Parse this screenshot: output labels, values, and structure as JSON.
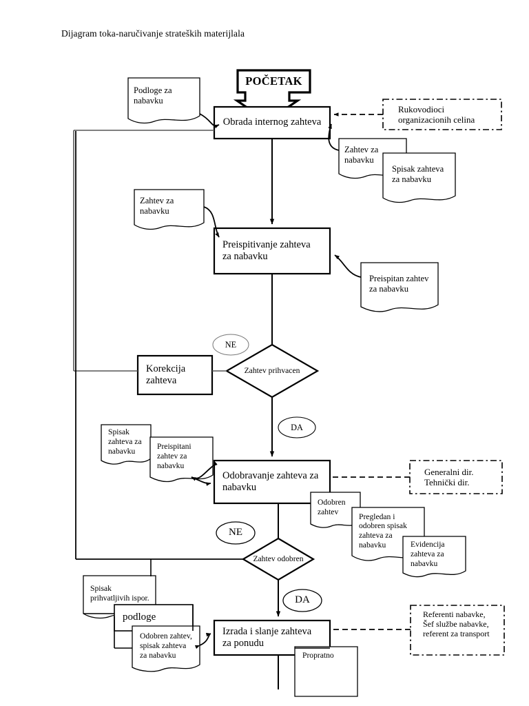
{
  "document": {
    "title": "Dijagram toka-naručivanje strateških materijlala",
    "page_size": "768x1024"
  },
  "flowchart": {
    "terminator": {
      "label": "POČETAK"
    },
    "processes": [
      {
        "id": "p1",
        "label": "Obrada internog zahteva"
      },
      {
        "id": "p2",
        "label": "Preispitivanje zahteva za nabavku"
      },
      {
        "id": "p3",
        "label": "Korekcija zahteva"
      },
      {
        "id": "p4",
        "label": "Odobravanje zahteva za nabavku"
      },
      {
        "id": "p5",
        "label": "Izrada i slanje zahteva za ponudu"
      }
    ],
    "decisions": [
      {
        "id": "d1",
        "label": "Zahtev prihvacen",
        "no_label": "NE",
        "yes_label": "DA"
      },
      {
        "id": "d2",
        "label": "Zahtev odobren",
        "no_label": "NE",
        "yes_label": "DA"
      }
    ],
    "documents": [
      {
        "id": "doc1",
        "label": "Podloge za nabavku"
      },
      {
        "id": "doc2",
        "label": "Zahtev za nabavku"
      },
      {
        "id": "doc3",
        "label": "Spisak zahteva za nabavku"
      },
      {
        "id": "doc4",
        "label": "Zahtev za nabavku"
      },
      {
        "id": "doc5",
        "label": "Preispitan zahtev za nabavku"
      },
      {
        "id": "doc6",
        "label": "Spisak zahteva za nabavku"
      },
      {
        "id": "doc7",
        "label": "Preispitani zahtev za nabavku"
      },
      {
        "id": "doc8",
        "label": "Odobren zahtev"
      },
      {
        "id": "doc9",
        "label": "Pregledan i odobren spisak zahteva za nabavku"
      },
      {
        "id": "doc10",
        "label": "Evidencija zahteva za nabavku"
      },
      {
        "id": "doc11",
        "label": "Spisak prihvatljivih ispor."
      },
      {
        "id": "doc12",
        "label": "podloge"
      },
      {
        "id": "doc13",
        "label": "Odobren zahtev, spisak zahteva za nabavku"
      },
      {
        "id": "doc14",
        "label": "Propratno"
      }
    ],
    "roles": [
      {
        "id": "r1",
        "label": "Rukovodioci organizacionih celina"
      },
      {
        "id": "r2",
        "label": "Generalni dir. Tehnički dir."
      },
      {
        "id": "r3",
        "label": "Referenti nabavke, Šef službe nabavke, referent za transport"
      }
    ],
    "colors": {
      "stroke": "#000000",
      "background": "#ffffff",
      "thin_stroke": "#333333"
    }
  }
}
